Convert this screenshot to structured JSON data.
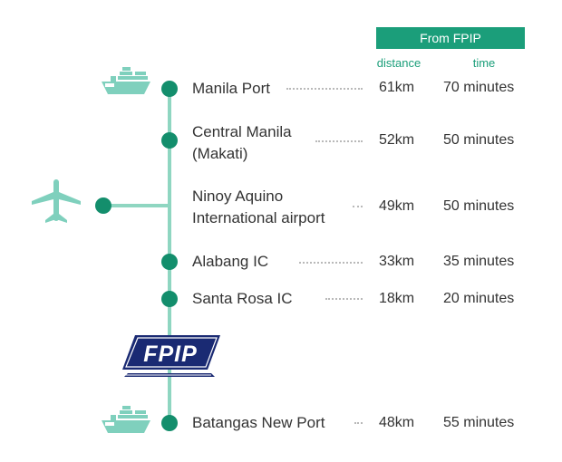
{
  "header": {
    "from_label": "From FPIP",
    "distance_label": "distance",
    "time_label": "time"
  },
  "logo": {
    "text": "FPIP"
  },
  "stations": [
    {
      "name": "Manila Port",
      "distance": "61km",
      "time": "70 minutes"
    },
    {
      "name": "Central Manila\n(Makati)",
      "distance": "52km",
      "time": "50 minutes"
    },
    {
      "name": "Ninoy Aquino\nInternational airport",
      "distance": "49km",
      "time": "50 minutes"
    },
    {
      "name": "Alabang IC",
      "distance": "33km",
      "time": "35 minutes"
    },
    {
      "name": "Santa Rosa IC",
      "distance": "18km",
      "time": "20 minutes"
    },
    {
      "name": "Batangas New Port",
      "distance": "48km",
      "time": "55 minutes"
    }
  ],
  "icons": {
    "top_ship": "ship-icon",
    "airplane": "airplane-icon",
    "bottom_ship": "ship-icon"
  },
  "colors": {
    "accent": "#1b9e7a",
    "dot": "#138e6c",
    "line": "#8fd6c1",
    "icon": "#7fd0bd",
    "logo_navy": "#1a2a73"
  }
}
